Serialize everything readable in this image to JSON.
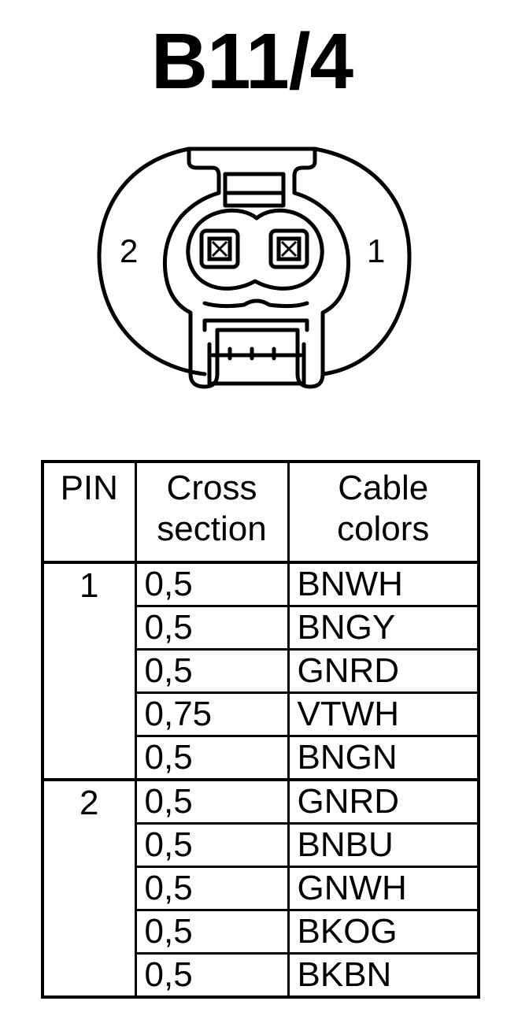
{
  "title": "B11/4",
  "connector": {
    "pin_left_label": "2",
    "pin_right_label": "1"
  },
  "table": {
    "headers": {
      "pin": "PIN",
      "cross_line1": "Cross",
      "cross_line2": "section",
      "colors_line1": "Cable",
      "colors_line2": "colors"
    },
    "groups": [
      {
        "pin": "1",
        "rows": [
          {
            "cross_section": "0,5",
            "color": "BNWH"
          },
          {
            "cross_section": "0,5",
            "color": "BNGY"
          },
          {
            "cross_section": "0,5",
            "color": "GNRD"
          },
          {
            "cross_section": "0,75",
            "color": "VTWH"
          },
          {
            "cross_section": "0,5",
            "color": "BNGN"
          }
        ]
      },
      {
        "pin": "2",
        "rows": [
          {
            "cross_section": "0,5",
            "color": "GNRD"
          },
          {
            "cross_section": "0,5",
            "color": "BNBU"
          },
          {
            "cross_section": "0,5",
            "color": "GNWH"
          },
          {
            "cross_section": "0,5",
            "color": "BKOG"
          },
          {
            "cross_section": "0,5",
            "color": "BKBN"
          }
        ]
      }
    ]
  }
}
